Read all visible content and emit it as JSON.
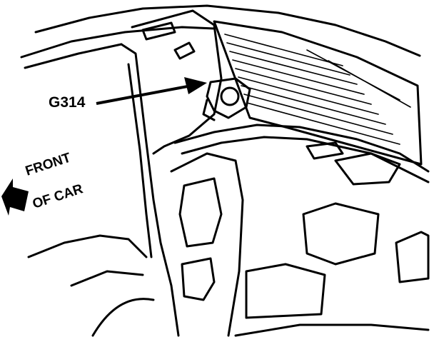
{
  "callout": {
    "label": "G314"
  },
  "direction": {
    "line1": "FRONT",
    "line2": "OF CAR"
  },
  "colors": {
    "ink": "#000000",
    "paper": "#ffffff"
  }
}
